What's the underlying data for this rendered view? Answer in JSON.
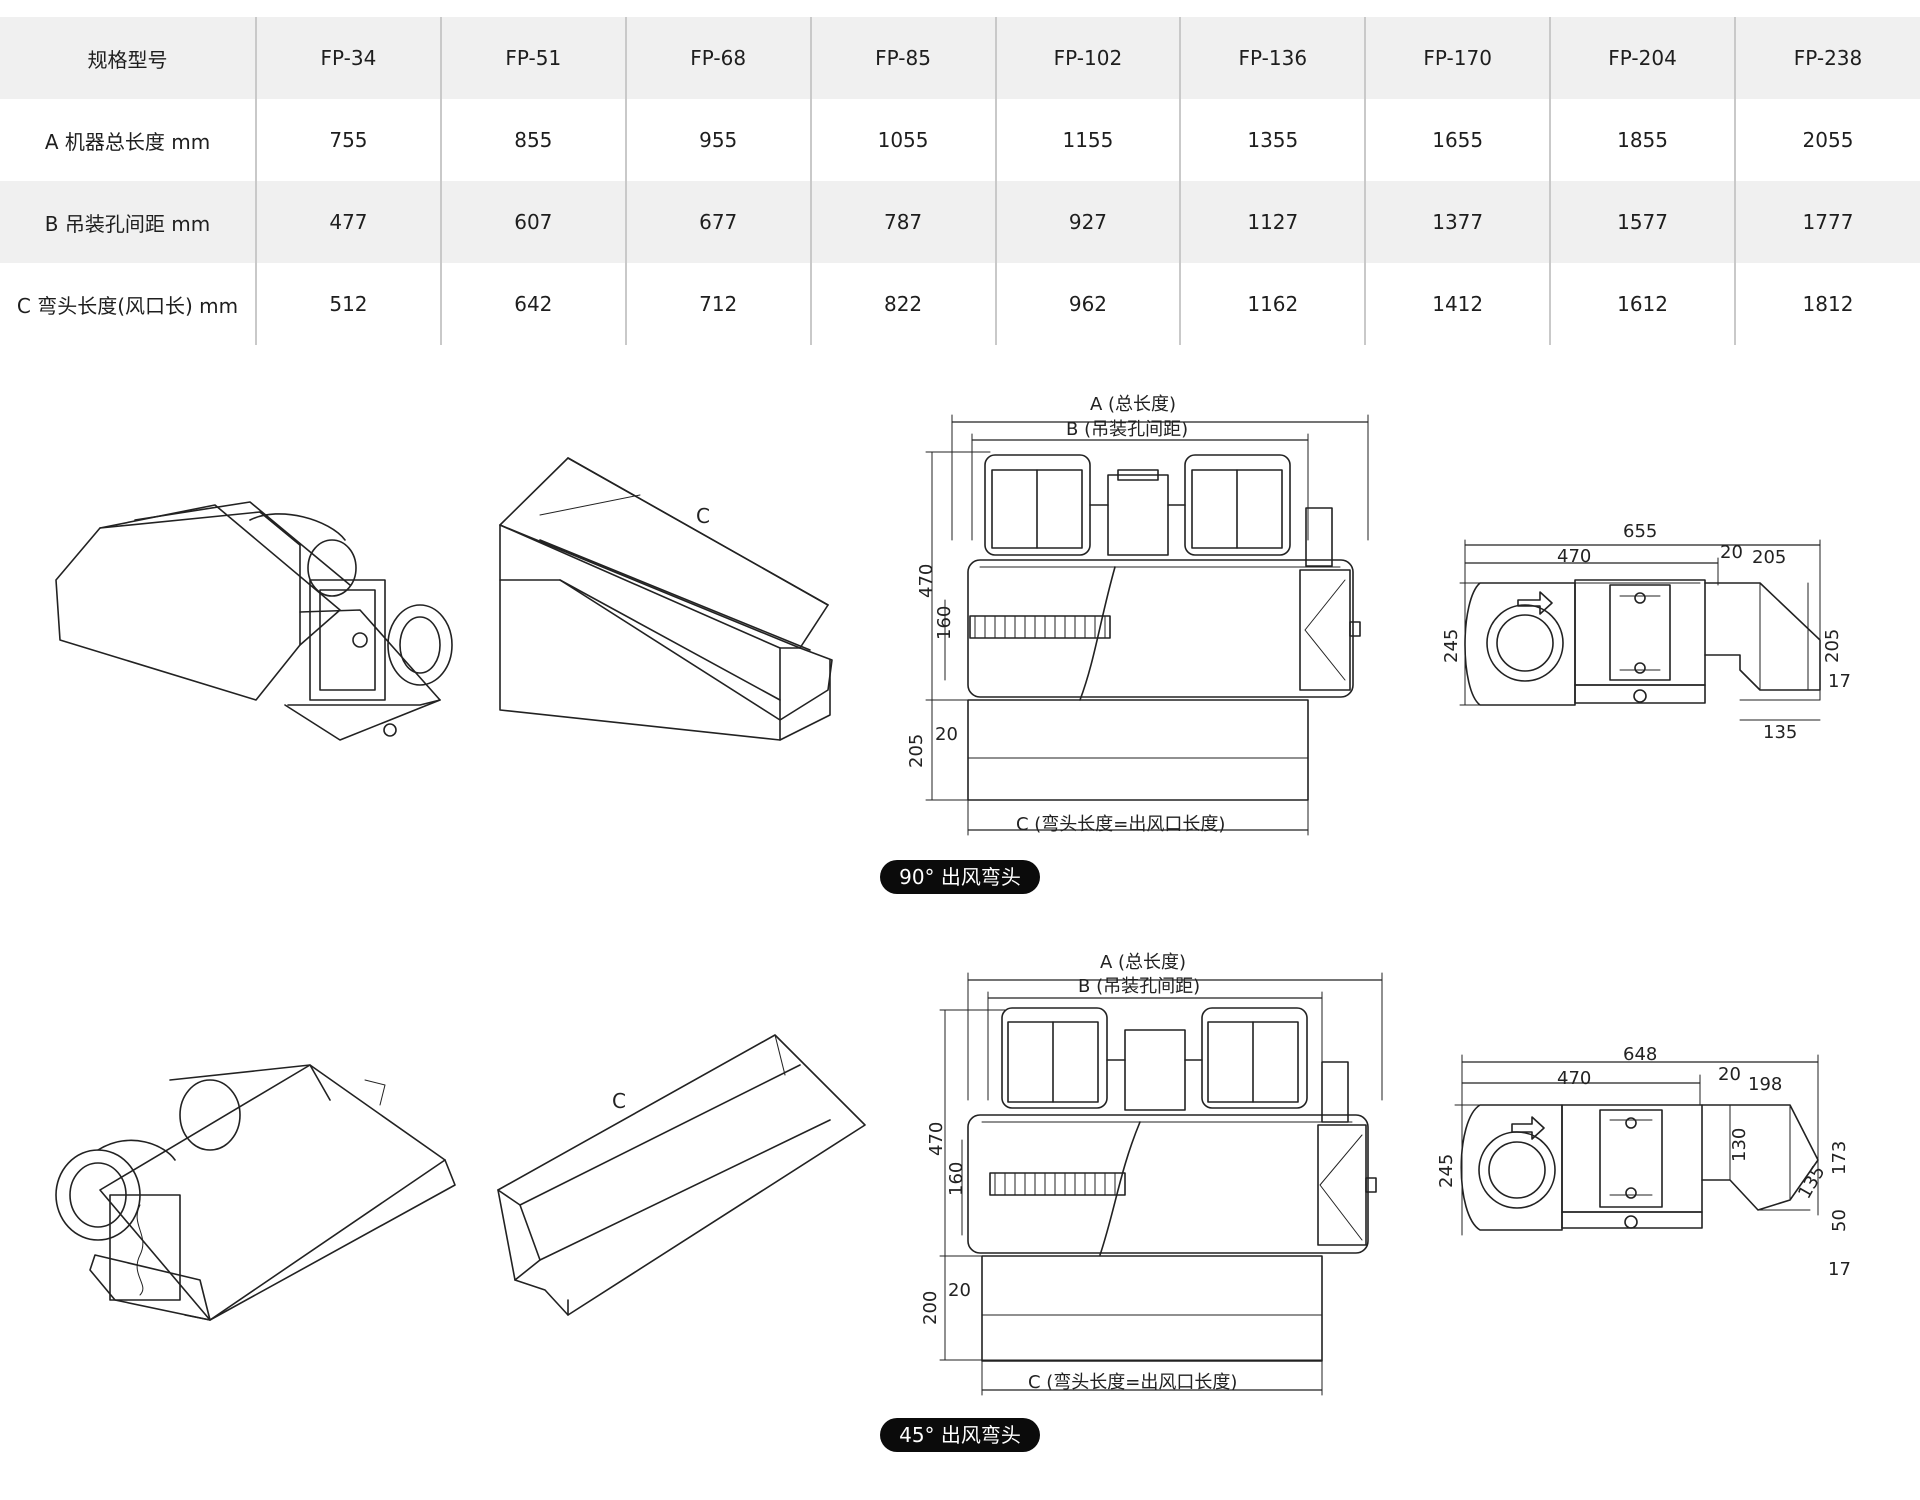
{
  "table": {
    "header": [
      "规格型号",
      "FP-34",
      "FP-51",
      "FP-68",
      "FP-85",
      "FP-102",
      "FP-136",
      "FP-170",
      "FP-204",
      "FP-238"
    ],
    "rows": [
      {
        "label": "A 机器总长度  mm",
        "values": [
          "755",
          "855",
          "955",
          "1055",
          "1155",
          "1355",
          "1655",
          "1855",
          "2055"
        ]
      },
      {
        "label": "B 吊装孔间距  mm",
        "values": [
          "477",
          "607",
          "677",
          "787",
          "927",
          "1127",
          "1377",
          "1577",
          "1777"
        ]
      },
      {
        "label": "C 弯头长度(风口长)  mm",
        "values": [
          "512",
          "642",
          "712",
          "822",
          "962",
          "1162",
          "1412",
          "1612",
          "1812"
        ]
      }
    ]
  },
  "section_90": {
    "badge": "90° 出风弯头",
    "elbow_c": "C",
    "front": {
      "a": "A (总长度)",
      "b": "B (吊装孔间距)",
      "c": "C (弯头长度=出风口长度)",
      "d470": "470",
      "d160": "160",
      "d205": "205",
      "d20": "20"
    },
    "side": {
      "d655": "655",
      "d470": "470",
      "d20": "20",
      "d205a": "205",
      "d245": "245",
      "d205b": "205",
      "d17": "17",
      "d135": "135"
    }
  },
  "section_45": {
    "badge": "45° 出风弯头",
    "elbow_c": "C",
    "front": {
      "a": "A (总长度)",
      "b": "B (吊装孔间距)",
      "c": "C (弯头长度=出风口长度)",
      "d470": "470",
      "d160": "160",
      "d200": "200",
      "d20": "20"
    },
    "side": {
      "d648": "648",
      "d470": "470",
      "d20": "20",
      "d198": "198",
      "d245": "245",
      "d130": "130",
      "d135": "135",
      "d173": "173",
      "d50": "50",
      "d17": "17"
    }
  },
  "colors": {
    "row_shade": "#f0f0f0",
    "badge_bg": "#0b0b0b",
    "line": "#222222"
  }
}
